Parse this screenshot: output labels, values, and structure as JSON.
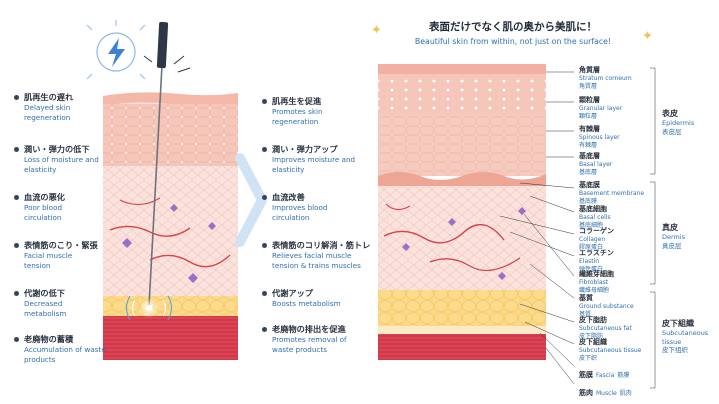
{
  "title": {
    "jp": "表面だけでなく肌の奥から美肌に！",
    "en": "Beautiful skin from within, not just on the surface!"
  },
  "problems": [
    {
      "jp": "肌再生の遅れ",
      "en": "Delayed skin regeneration"
    },
    {
      "jp": "潤い・弾力の低下",
      "en": "Loss of moisture and elasticity"
    },
    {
      "jp": "血流の悪化",
      "en": "Poor blood circulation"
    },
    {
      "jp": "表情筋のこり・緊張",
      "en": "Facial muscle tension"
    },
    {
      "jp": "代謝の低下",
      "en": "Decreased metabolism"
    },
    {
      "jp": "老廃物の蓄積",
      "en": "Accumulation of waste products"
    }
  ],
  "benefits": [
    {
      "jp": "肌再生を促進",
      "en": "Promotes skin regeneration"
    },
    {
      "jp": "潤い・弾力アップ",
      "en": "Improves moisture and elasticity"
    },
    {
      "jp": "血流改善",
      "en": "Improves blood circulation"
    },
    {
      "jp": "表情筋のコリ解消・筋トレ",
      "en": "Relieves facial muscle tension & trains muscles"
    },
    {
      "jp": "代謝アップ",
      "en": "Boosts metabolism"
    },
    {
      "jp": "老廃物の排出を促進",
      "en": "Promotes removal of waste products"
    }
  ],
  "layers": [
    {
      "jp": "角質層",
      "en": "Stratum corneum",
      "sub": "角質層"
    },
    {
      "jp": "顆粒層",
      "en": "Granular layer",
      "sub": "顆粒層"
    },
    {
      "jp": "有棘層",
      "en": "Spinous layer",
      "sub": "有棘層"
    },
    {
      "jp": "基底層",
      "en": "Basal layer",
      "sub": "基底層"
    },
    {
      "jp": "基底膜",
      "en": "Basement membrane",
      "sub": "基底膜"
    },
    {
      "jp": "基底細胞",
      "en": "Basal cells",
      "sub": "基底細胞"
    },
    {
      "jp": "コラーゲン",
      "en": "Collagen",
      "sub": "膠原蛋白"
    },
    {
      "jp": "エラスチン",
      "en": "Elastin",
      "sub": "弹性蛋白"
    },
    {
      "jp": "繊維芽細胞",
      "en": "Fibroblast",
      "sub": "纖維母細胞"
    },
    {
      "jp": "基質",
      "en": "Ground substance",
      "sub": "基質"
    },
    {
      "jp": "皮下脂肪",
      "en": "Subcutaneous fat",
      "sub": "皮下脂肪"
    },
    {
      "jp": "皮下組織",
      "en": "Subcutaneous tissue",
      "sub": "皮下织"
    },
    {
      "jp": "筋膜",
      "en": "Fascia",
      "sub": "筋膜"
    },
    {
      "jp": "筋肉",
      "en": "Muscle",
      "sub": "肌肉"
    }
  ],
  "groups": [
    {
      "jp": "表皮",
      "en": "Epidermis",
      "sub": "表皮层"
    },
    {
      "jp": "真皮",
      "en": "Dermis",
      "sub": "真皮层"
    },
    {
      "jp": "皮下組織",
      "en": "Subcutaneous tissue",
      "sub": "皮下组织"
    }
  ],
  "icons": {
    "electric": "lightning-bolt-icon",
    "needle": "needle-probe-icon",
    "arrow": "chevron-right-arrow",
    "sparkle": "sparkle-icon"
  },
  "colors": {
    "jp_text": "#2b3440",
    "en_text": "#2f6fb0",
    "bullet": "#2f4560",
    "skin_top": "#f7c9bd",
    "dermis": "#fbe0da",
    "fat": "#fbd989",
    "muscle": "#d3384a",
    "blue_icon": "#3b82d6"
  }
}
